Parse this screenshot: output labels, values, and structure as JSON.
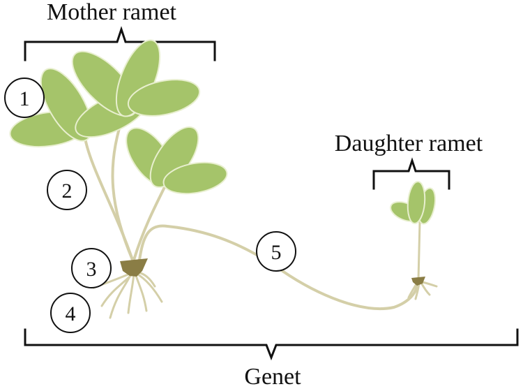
{
  "labels": {
    "mother_ramet": "Mother ramet",
    "daughter_ramet": "Daughter ramet",
    "genet": "Genet"
  },
  "markers": [
    "1",
    "2",
    "3",
    "4",
    "5"
  ],
  "colors": {
    "leaf": "#a5c46a",
    "petiole": "#d4cfa8",
    "crown": "#8a7d45",
    "ink": "#111111"
  }
}
